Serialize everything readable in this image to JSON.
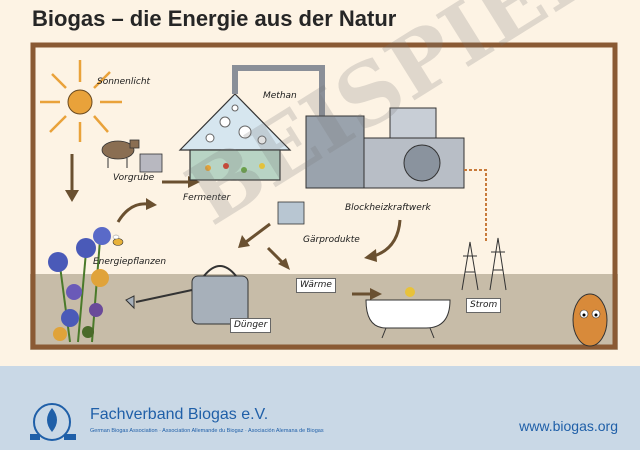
{
  "title": "Biogas – die Energie aus der Natur",
  "labels": {
    "sonnenlicht": "Sonnenlicht",
    "methan": "Methan",
    "vorgrube": "Vorgrube",
    "fermenter": "Fermenter",
    "bhkw": "Blockheizkraftwerk",
    "gaerprodukte": "Gärprodukte",
    "energiepflanzen": "Energiepflanzen",
    "waerme": "Wärme",
    "duenger": "Dünger",
    "strom": "Strom"
  },
  "watermark": "BEISPIEL",
  "footer": {
    "org_name": "Fachverband Biogas e.V.",
    "org_sub": "German Biogas Association · Association Allemande du Biogaz · Asociación Alemana de Biogas",
    "url": "www.biogas.org"
  },
  "colors": {
    "frame": "#8a5a34",
    "ground": "#c7bca8",
    "footer_bg": "#c9d8e6",
    "brand_blue": "#1f5fa8"
  }
}
